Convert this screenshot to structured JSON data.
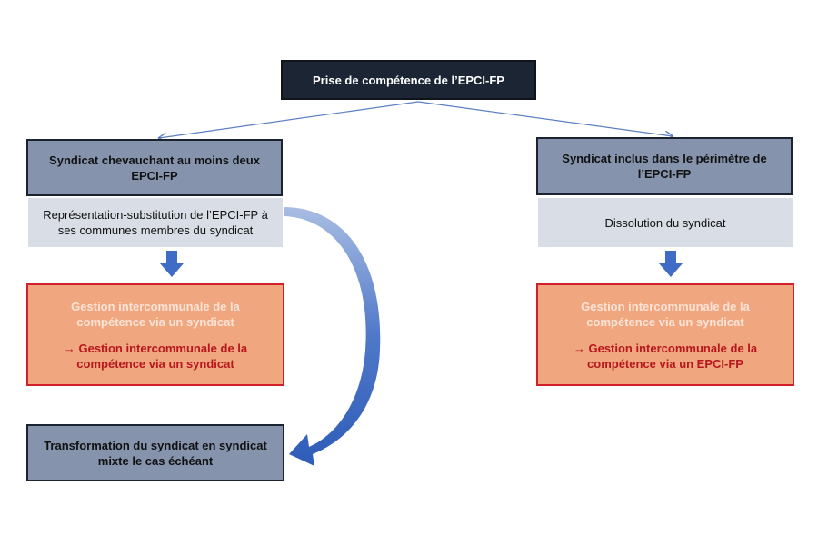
{
  "top": {
    "title": "Prise de compétence de l’EPCI-FP"
  },
  "left": {
    "header": "Syndicat chevauchant au moins deux EPCI-FP",
    "detail": "Représentation-substitution de l’EPCI-FP à ses communes membres du syndicat",
    "result_before": "Gestion intercommunale de la compétence via un syndicat",
    "result_after": "→ Gestion intercommunale de la compétence via un syndicat",
    "transformation": "Transformation du syndicat en syndicat mixte le cas échéant"
  },
  "right": {
    "header": "Syndicat inclus dans le périmètre de l’EPCI-FP",
    "detail": "Dissolution du syndicat",
    "result_before": "Gestion intercommunale de la compétence via un syndicat",
    "result_after": "→ Gestion intercommunale de la compétence via un EPCI-FP"
  },
  "colors": {
    "dark_box": "#1c2534",
    "gray_box": "#8593ac",
    "light_box": "#d9dee6",
    "orange_box": "#f0a77f",
    "red_border": "#d2202a",
    "arrow_blue": "#3f6cc4"
  }
}
